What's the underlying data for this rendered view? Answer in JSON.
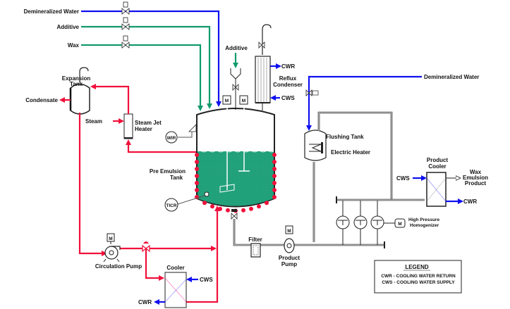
{
  "colors": {
    "demineralized_water": "#1010f0",
    "feed": "#119a6a",
    "heating_loop": "#f0103a",
    "tank_liquid": "#1f9e78"
  },
  "feeds": {
    "demineralized_water_left": "Demineralized Water",
    "additive_left": "Additive",
    "wax": "Wax",
    "additive_top": "Additive",
    "demineralized_water_right": "Demineralized Water"
  },
  "equipment": {
    "expansion_tank": [
      "Expansion",
      "Tank"
    ],
    "condensate": "Condensate",
    "steam": "Steam",
    "steam_jet_heater": [
      "Steam Jet",
      "Heater"
    ],
    "reflux_condenser": [
      "Reflux",
      "Condenser"
    ],
    "pre_emulsion_tank": [
      "Pre Emulsion",
      "Tank"
    ],
    "wir": "WIR",
    "ticr": "TICR",
    "motor": "M",
    "circulation_pump": "Circulation Pump",
    "cooler": "Cooler",
    "filter": "Filter",
    "product_pump": [
      "Product",
      "Pump"
    ],
    "flushing_tank": "Flushing Tank",
    "electric_heater": "Electric Heater",
    "high_pressure_homogenizer": [
      "High Pressure",
      "Homogenizer"
    ],
    "product_cooler": [
      "Product",
      "Cooler"
    ],
    "wax_emulsion_product": [
      "Wax",
      "Emulsion",
      "Product"
    ],
    "cwr": "CWR",
    "cws": "CWS"
  },
  "legend": {
    "title": "LEGEND",
    "items": [
      "CWR  -  COOLING WATER RETURN",
      "CWS  -  COOLING WATER SUPPLY"
    ]
  }
}
